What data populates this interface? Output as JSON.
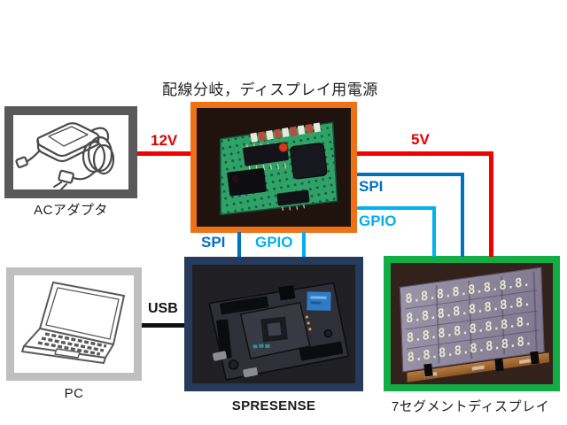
{
  "title": "配線分岐，ディスプレイ用電源",
  "nodes": {
    "ac_adapter": {
      "label": "ACアダプタ"
    },
    "pc": {
      "label": "PC"
    },
    "power_board": {
      "caption": "配線分岐，ディスプレイ用電源"
    },
    "spresense": {
      "label": "SPRESENSE"
    },
    "display": {
      "label": "7セグメントディスプレイ",
      "digits": "8.8.8.8.8.8.8.8."
    }
  },
  "connections": {
    "v12": {
      "label": "12V",
      "color": "#f40000"
    },
    "v5": {
      "label": "5V",
      "color": "#f40000"
    },
    "spi_right": {
      "label": "SPI",
      "color": "#0070c0"
    },
    "gpio_right": {
      "label": "GPIO",
      "color": "#00b0f0"
    },
    "spi_bottom": {
      "label": "SPI",
      "color": "#0070c0"
    },
    "gpio_bottom": {
      "label": "GPIO",
      "color": "#00b0f0"
    },
    "usb": {
      "label": "USB",
      "color": "#111111"
    }
  },
  "colors": {
    "frame_orange": "#ee7117",
    "frame_green": "#13ad45",
    "frame_navy": "#263b5c",
    "frame_dark_gray": "#595959",
    "frame_light_gray": "#bfbfbf"
  }
}
